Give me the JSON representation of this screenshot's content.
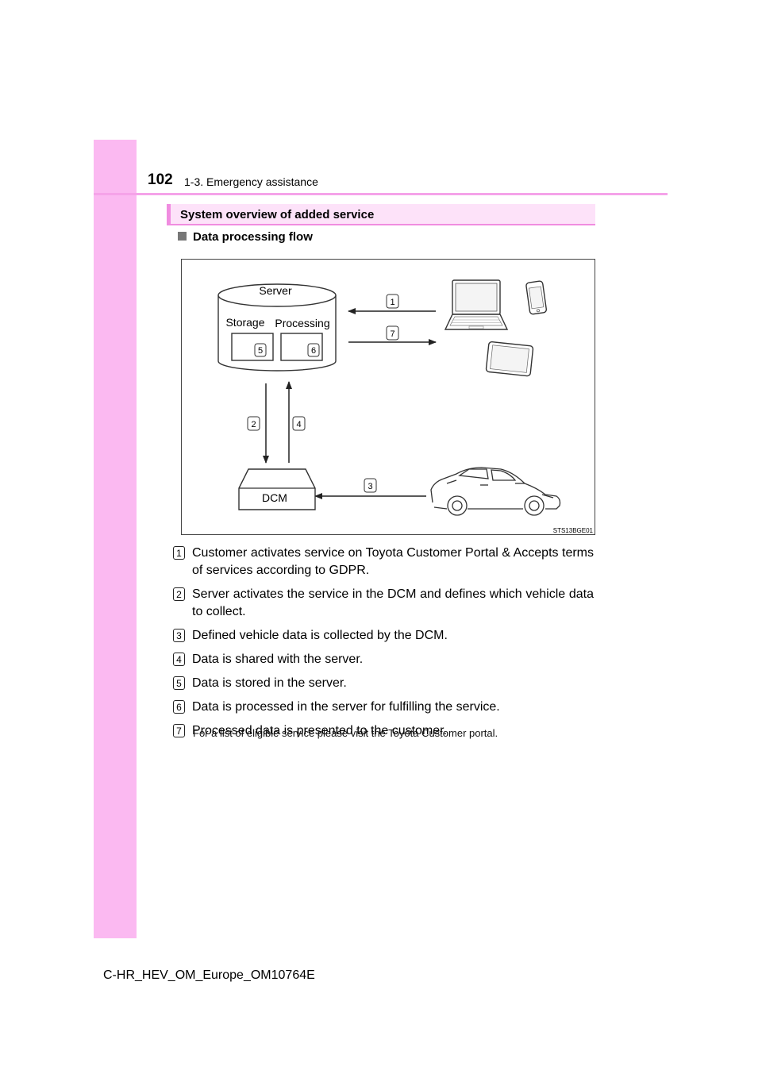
{
  "header": {
    "page_number": "102",
    "chapter": "1-3. Emergency assistance"
  },
  "section": {
    "title": "System overview of added service"
  },
  "subheading": "Data processing flow",
  "figure": {
    "server_label": "Server",
    "storage_label": "Storage",
    "processing_label": "Processing",
    "dcm_label": "DCM",
    "code": "STS13BGE01",
    "markers": [
      "1",
      "2",
      "3",
      "4",
      "5",
      "6",
      "7"
    ]
  },
  "steps": [
    {
      "num": "1",
      "text": "Customer activates service on Toyota Customer Portal & Accepts terms of services according to GDPR."
    },
    {
      "num": "2",
      "text": "Server activates the service in the DCM and defines which vehicle data to collect."
    },
    {
      "num": "3",
      "text": "Defined vehicle data is collected by the DCM."
    },
    {
      "num": "4",
      "text": "Data is shared with the server."
    },
    {
      "num": "5",
      "text": "Data is stored in the server."
    },
    {
      "num": "6",
      "text": "Data is processed in the server for fulfilling the service."
    },
    {
      "num": "7",
      "text": "Processed data is presented to the customer."
    }
  ],
  "note": "For a list of eligible service please visit the Toyota Customer portal.",
  "footer": {
    "doc_id": "C-HR_HEV_OM_Europe_OM10764E"
  },
  "colors": {
    "sidebar": "#fbb9f1",
    "accent": "#f08ce0",
    "section_bg": "#fde2f9"
  }
}
